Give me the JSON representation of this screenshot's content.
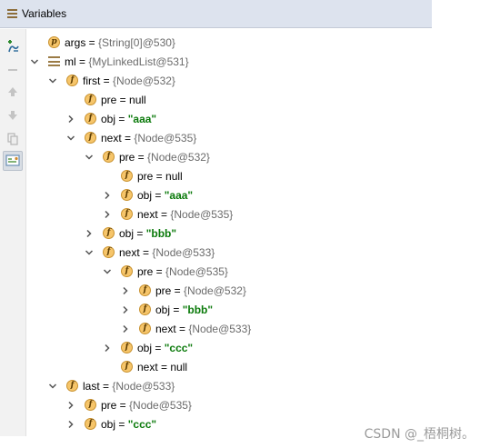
{
  "panel": {
    "title": "Variables",
    "toolbar_icons": [
      "add-watch-icon",
      "remove-watch-icon",
      "up-arrow-icon",
      "down-arrow-icon",
      "copy-icon",
      "view-as-icon"
    ]
  },
  "tree": [
    {
      "level": 0,
      "toggle": "none",
      "icon": "p",
      "name": "args",
      "eq": " = ",
      "value": "{String[0]@530}",
      "kind": "ref"
    },
    {
      "level": 0,
      "toggle": "expanded",
      "icon": "list",
      "name": "ml",
      "eq": " = ",
      "value": "{MyLinkedList@531}",
      "kind": "ref"
    },
    {
      "level": 1,
      "toggle": "expanded",
      "icon": "f",
      "name": "first",
      "eq": " = ",
      "value": "{Node@532}",
      "kind": "ref"
    },
    {
      "level": 2,
      "toggle": "none",
      "icon": "f",
      "name": "pre",
      "eq": " = ",
      "value": "null",
      "kind": "plain"
    },
    {
      "level": 2,
      "toggle": "collapsed",
      "icon": "f",
      "name": "obj",
      "eq": " = ",
      "value": "\"aaa\"",
      "kind": "str"
    },
    {
      "level": 2,
      "toggle": "expanded",
      "icon": "f",
      "name": "next",
      "eq": " = ",
      "value": "{Node@535}",
      "kind": "ref"
    },
    {
      "level": 3,
      "toggle": "expanded",
      "icon": "f",
      "name": "pre",
      "eq": " = ",
      "value": "{Node@532}",
      "kind": "ref"
    },
    {
      "level": 4,
      "toggle": "none",
      "icon": "f",
      "name": "pre",
      "eq": " = ",
      "value": "null",
      "kind": "plain"
    },
    {
      "level": 4,
      "toggle": "collapsed",
      "icon": "f",
      "name": "obj",
      "eq": " = ",
      "value": "\"aaa\"",
      "kind": "str"
    },
    {
      "level": 4,
      "toggle": "collapsed",
      "icon": "f",
      "name": "next",
      "eq": " = ",
      "value": "{Node@535}",
      "kind": "ref"
    },
    {
      "level": 3,
      "toggle": "collapsed",
      "icon": "f",
      "name": "obj",
      "eq": " = ",
      "value": "\"bbb\"",
      "kind": "str"
    },
    {
      "level": 3,
      "toggle": "expanded",
      "icon": "f",
      "name": "next",
      "eq": " = ",
      "value": "{Node@533}",
      "kind": "ref"
    },
    {
      "level": 4,
      "toggle": "expanded",
      "icon": "f",
      "name": "pre",
      "eq": " = ",
      "value": "{Node@535}",
      "kind": "ref"
    },
    {
      "level": 5,
      "toggle": "collapsed",
      "icon": "f",
      "name": "pre",
      "eq": " = ",
      "value": "{Node@532}",
      "kind": "ref"
    },
    {
      "level": 5,
      "toggle": "collapsed",
      "icon": "f",
      "name": "obj",
      "eq": " = ",
      "value": "\"bbb\"",
      "kind": "str"
    },
    {
      "level": 5,
      "toggle": "collapsed",
      "icon": "f",
      "name": "next",
      "eq": " = ",
      "value": "{Node@533}",
      "kind": "ref"
    },
    {
      "level": 4,
      "toggle": "collapsed",
      "icon": "f",
      "name": "obj",
      "eq": " = ",
      "value": "\"ccc\"",
      "kind": "str"
    },
    {
      "level": 4,
      "toggle": "none",
      "icon": "f",
      "name": "next",
      "eq": " = ",
      "value": "null",
      "kind": "plain"
    },
    {
      "level": 1,
      "toggle": "expanded",
      "icon": "f",
      "name": "last",
      "eq": " = ",
      "value": "{Node@533}",
      "kind": "ref"
    },
    {
      "level": 2,
      "toggle": "collapsed",
      "icon": "f",
      "name": "pre",
      "eq": " = ",
      "value": "{Node@535}",
      "kind": "ref"
    },
    {
      "level": 2,
      "toggle": "collapsed",
      "icon": "f",
      "name": "obj",
      "eq": " = ",
      "value": "\"ccc\"",
      "kind": "str"
    }
  ],
  "watermark": "CSDN @_梧桐树。",
  "colors": {
    "header_bg": "#dde3ee",
    "string_value": "#0b7a0b",
    "ref_value": "#6b6b6b",
    "field_badge": "#f6c56a"
  }
}
